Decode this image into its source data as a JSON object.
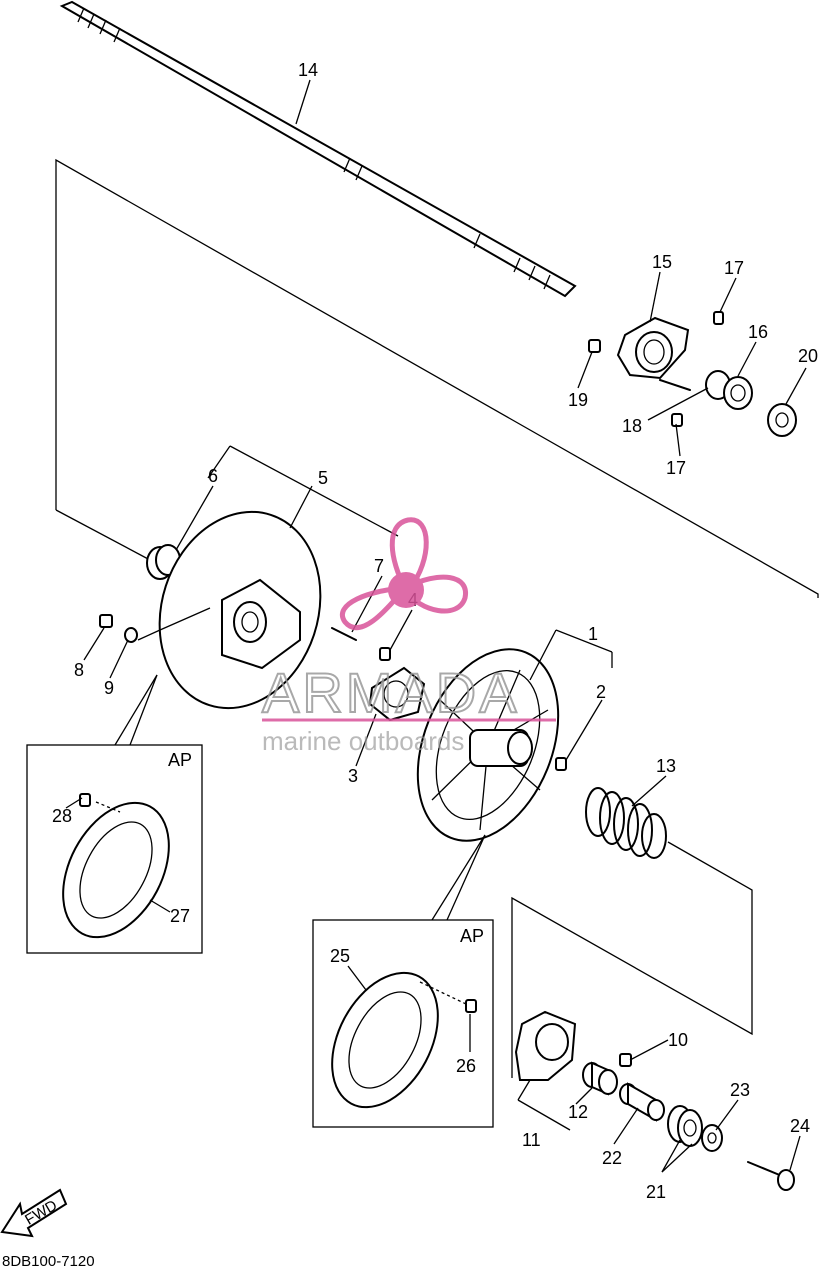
{
  "diagram_code": "8DB100-7120",
  "callouts": [
    "1",
    "2",
    "3",
    "4",
    "5",
    "6",
    "7",
    "8",
    "9",
    "10",
    "11",
    "12",
    "13",
    "14",
    "15",
    "16",
    "17",
    "18",
    "19",
    "20",
    "21",
    "22",
    "23",
    "24",
    "25",
    "26",
    "27",
    "28"
  ],
  "inset_labels": {
    "inset_a": "AP",
    "inset_b": "AP"
  },
  "fwd_label": "FWD",
  "watermark": {
    "brand": "ARMADA",
    "tagline": "marine outboards",
    "color": "#d9539a"
  }
}
